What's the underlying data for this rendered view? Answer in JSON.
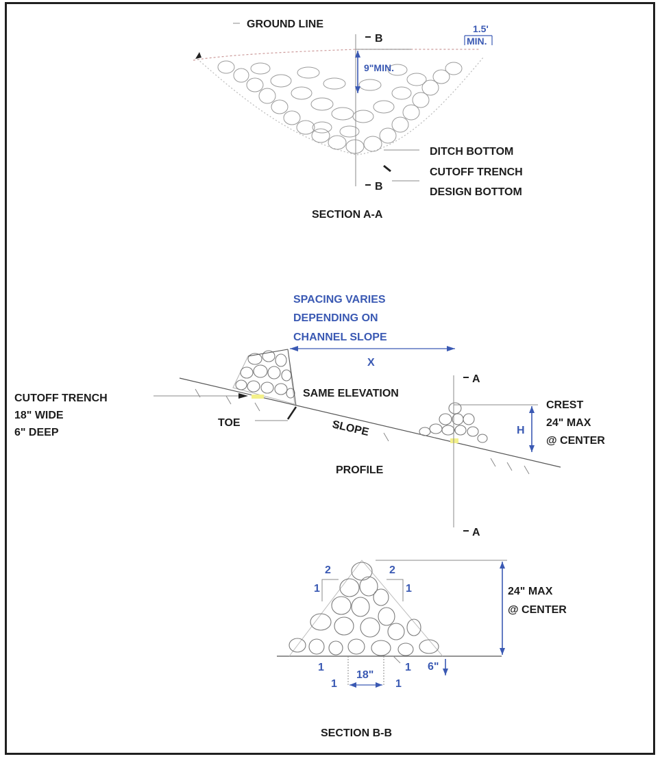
{
  "section_aa": {
    "ground_line": "GROUND LINE",
    "cut_top": "B",
    "cut_bottom": "B",
    "width_value": "1.5'",
    "width_min": "MIN.",
    "depth": "9\"MIN.",
    "ditch_bottom": "DITCH BOTTOM",
    "trench_line1": "CUTOFF TRENCH",
    "trench_line2": "DESIGN BOTTOM",
    "title": "SECTION A-A"
  },
  "profile": {
    "spacing_line1": "SPACING VARIES",
    "spacing_line2": "DEPENDING ON",
    "spacing_line3": "CHANNEL SLOPE",
    "x_label": "X",
    "cut_top": "A",
    "cut_bottom": "A",
    "same_elevation": "SAME ELEVATION",
    "trench_line1": "CUTOFF TRENCH",
    "trench_line2": "18\" WIDE",
    "trench_line3": "6\" DEEP",
    "toe": "TOE",
    "slope": "SLOPE",
    "h_label": "H",
    "crest_line1": "CREST",
    "crest_line2": "24\" MAX",
    "crest_line3": "@ CENTER",
    "title": "PROFILE"
  },
  "section_bb": {
    "ratio_left_run": "2",
    "ratio_left_rise": "1",
    "ratio_right_run": "2",
    "ratio_right_rise": "1",
    "trench_left_run": "1",
    "trench_left_rise": "1",
    "trench_right_run": "1",
    "trench_right_rise": "1",
    "height_line1": "24\" MAX",
    "height_line2": "@ CENTER",
    "trench_depth": "6\"",
    "trench_width": "18\"",
    "title": "SECTION B-B"
  },
  "colors": {
    "text": "#1c1c1c",
    "dimension": "#3a59b3",
    "rock": "#7a7a7a",
    "frame": "#1f1f1f"
  }
}
